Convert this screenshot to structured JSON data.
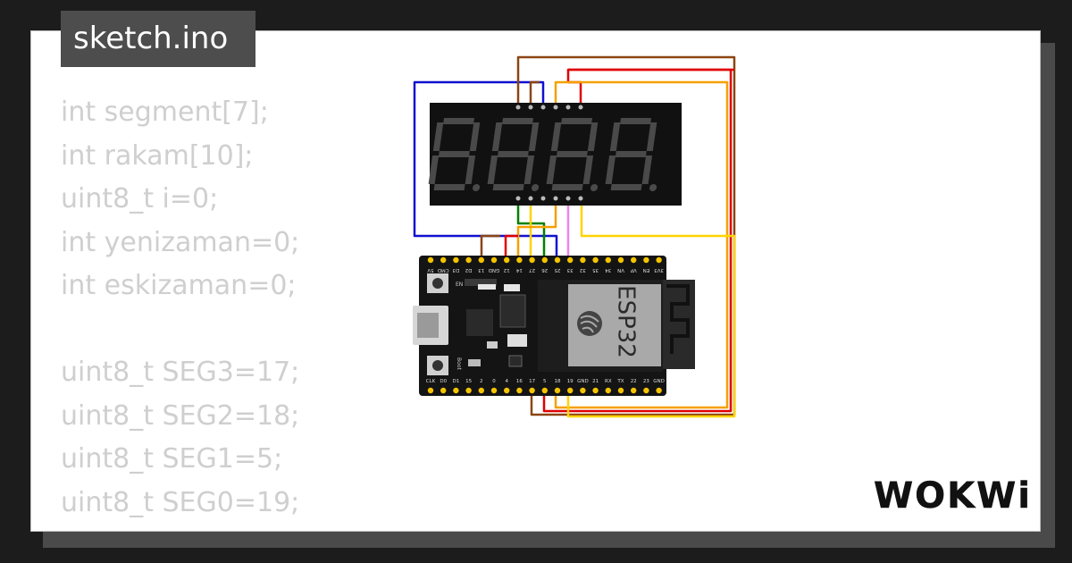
{
  "file": {
    "name": "sketch.ino"
  },
  "code_lines": [
    "int segment[7];",
    "int rakam[10];",
    "uint8_t i=0;",
    "int yenizaman=0;",
    "int eskizaman=0;",
    "",
    "uint8_t SEG3=17;",
    "uint8_t SEG2=18;",
    "uint8_t SEG1=5;",
    "uint8_t SEG0=19;"
  ],
  "board": {
    "chip_label": "ESP32",
    "top_pins": [
      "5V",
      "CMD",
      "D3",
      "D2",
      "13",
      "GND",
      "12",
      "14",
      "27",
      "26",
      "25",
      "33",
      "32",
      "35",
      "34",
      "VN",
      "VP",
      "EN",
      "3V3"
    ],
    "bottom_pins": [
      "CLK",
      "D0",
      "D1",
      "15",
      "2",
      "0",
      "4",
      "16",
      "17",
      "5",
      "18",
      "19",
      "GND",
      "21",
      "RX",
      "TX",
      "22",
      "23",
      "GND"
    ],
    "button_labels": [
      "EN",
      "Boot"
    ]
  },
  "wire_colors": {
    "brown": "#8b4513",
    "red": "#e00000",
    "blue": "#1010d0",
    "orange": "#f5a000",
    "yellow": "#ffd400",
    "green": "#008000",
    "violet": "#ee82ee"
  },
  "brand": {
    "logo": "WOKWi"
  }
}
